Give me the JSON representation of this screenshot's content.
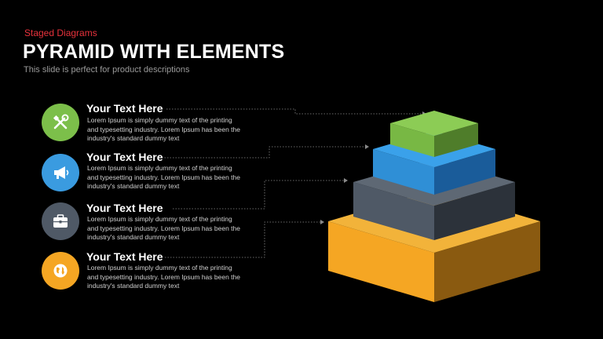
{
  "header": {
    "eyebrow": "Staged Diagrams",
    "title": "PYRAMID WITH ELEMENTS",
    "subtitle": "This slide is perfect for product descriptions"
  },
  "items": [
    {
      "heading": "Your Text Here",
      "body": "Lorem Ipsum is simply dummy text of the printing and typesetting industry.  Lorem Ipsum has been the industry's standard dummy text",
      "icon": "tools-icon",
      "color": "#7cbf4a"
    },
    {
      "heading": "Your Text Here",
      "body": "Lorem Ipsum is simply dummy text of the printing and typesetting industry.  Lorem Ipsum has been the industry's standard dummy text",
      "icon": "megaphone-icon",
      "color": "#3a9be0"
    },
    {
      "heading": "Your Text Here",
      "body": "Lorem Ipsum is simply dummy text of the printing and typesetting industry.  Lorem Ipsum has been the industry's standard dummy text",
      "icon": "briefcase-icon",
      "color": "#4f5966"
    },
    {
      "heading": "Your Text Here",
      "body": "Lorem Ipsum is simply dummy text of the printing and typesetting industry.  Lorem Ipsum has been the industry's standard dummy text",
      "icon": "globe-icon",
      "color": "#f5a623"
    }
  ],
  "pyramid_levels": [
    {
      "name": "top",
      "color": "#7cbf4a"
    },
    {
      "name": "second",
      "color": "#3a9be0"
    },
    {
      "name": "third",
      "color": "#4f5966"
    },
    {
      "name": "base",
      "color": "#f5a623"
    }
  ]
}
